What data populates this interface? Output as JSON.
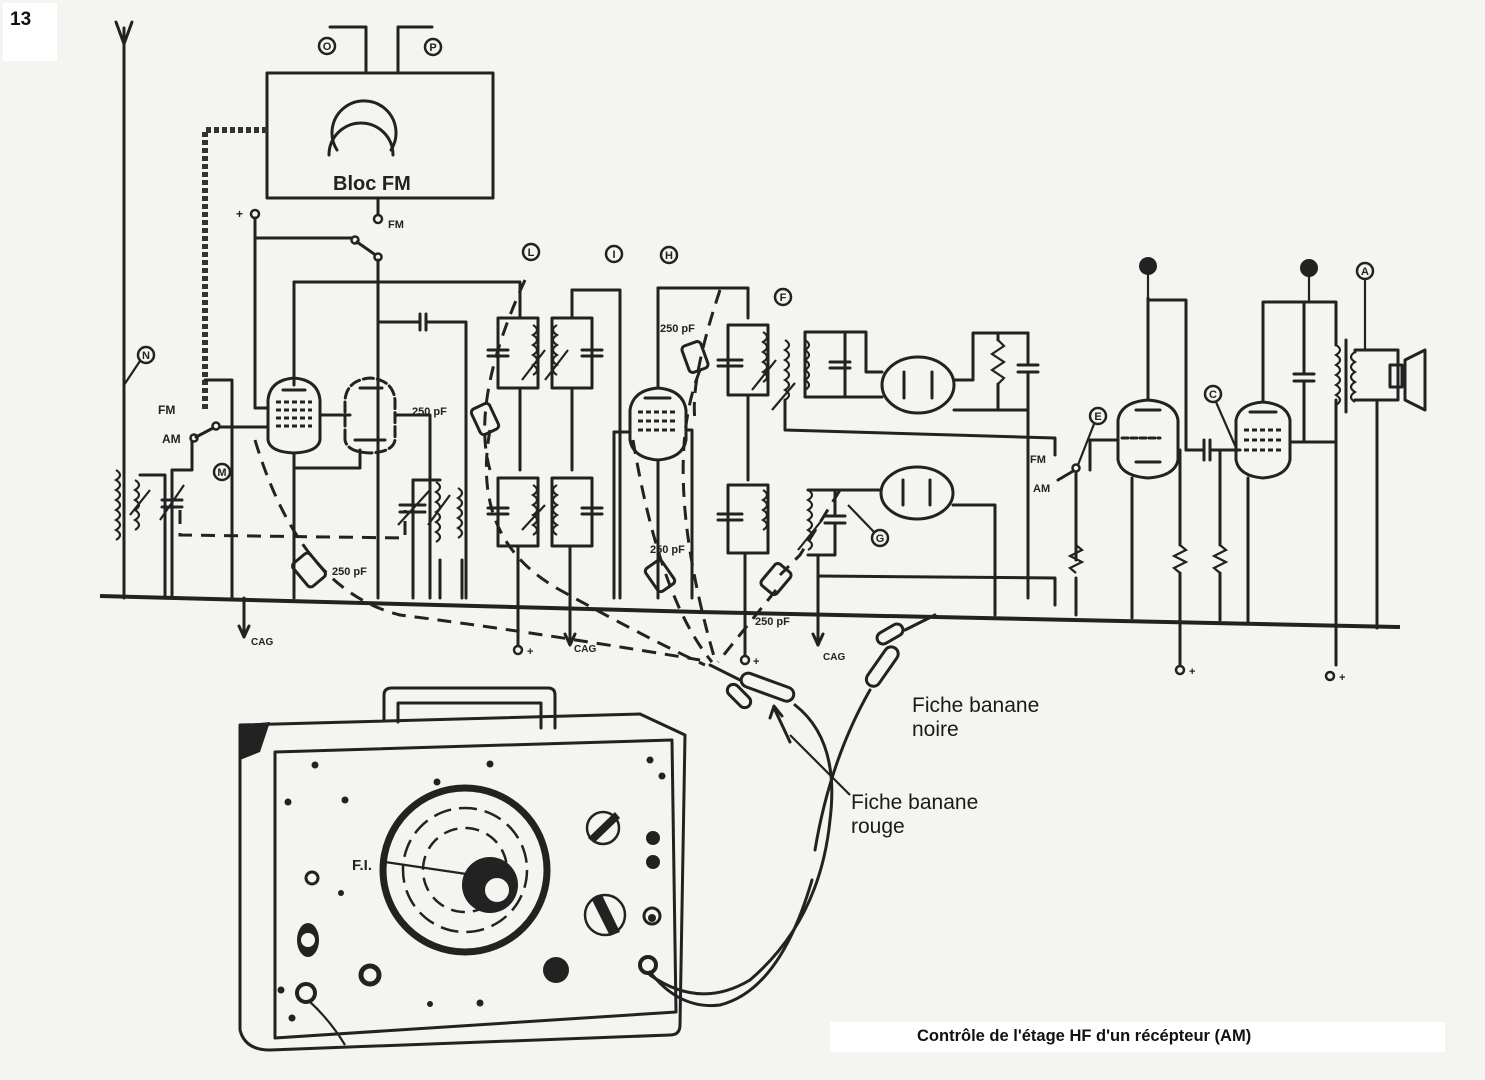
{
  "page_number": "13",
  "caption": "Contrôle de l'étage HF d'un récépteur (AM)",
  "schematic": {
    "fm_block": {
      "label": "Bloc FM",
      "output_label": "FM"
    },
    "switch_labels": {
      "fm": "FM",
      "am": "AM"
    },
    "test_points": [
      {
        "id": "O",
        "style": "outline"
      },
      {
        "id": "P",
        "style": "outline"
      },
      {
        "id": "L",
        "style": "outline"
      },
      {
        "id": "I",
        "style": "outline"
      },
      {
        "id": "H",
        "style": "outline"
      },
      {
        "id": "F",
        "style": "outline"
      },
      {
        "id": "N",
        "style": "outline"
      },
      {
        "id": "M",
        "style": "outline"
      },
      {
        "id": "E",
        "style": "outline"
      },
      {
        "id": "C",
        "style": "outline"
      },
      {
        "id": "G",
        "style": "outline"
      },
      {
        "id": "A",
        "style": "outline"
      },
      {
        "id": "K",
        "style": "filled"
      },
      {
        "id": "J",
        "style": "filled"
      }
    ],
    "capacitor_labels": [
      "250 pF",
      "250 pF",
      "250 pF",
      "250 pF",
      "250 pF"
    ],
    "agc_labels": [
      "CAG",
      "CAG",
      "CAG"
    ],
    "supply_labels": [
      "+",
      "+",
      "+",
      "+",
      "+"
    ]
  },
  "generator": {
    "dial_marker": "F.I."
  },
  "callouts": {
    "black_plug": [
      "Fiche banane",
      "noire"
    ],
    "red_plug": [
      "Fiche banane",
      "rouge"
    ]
  }
}
